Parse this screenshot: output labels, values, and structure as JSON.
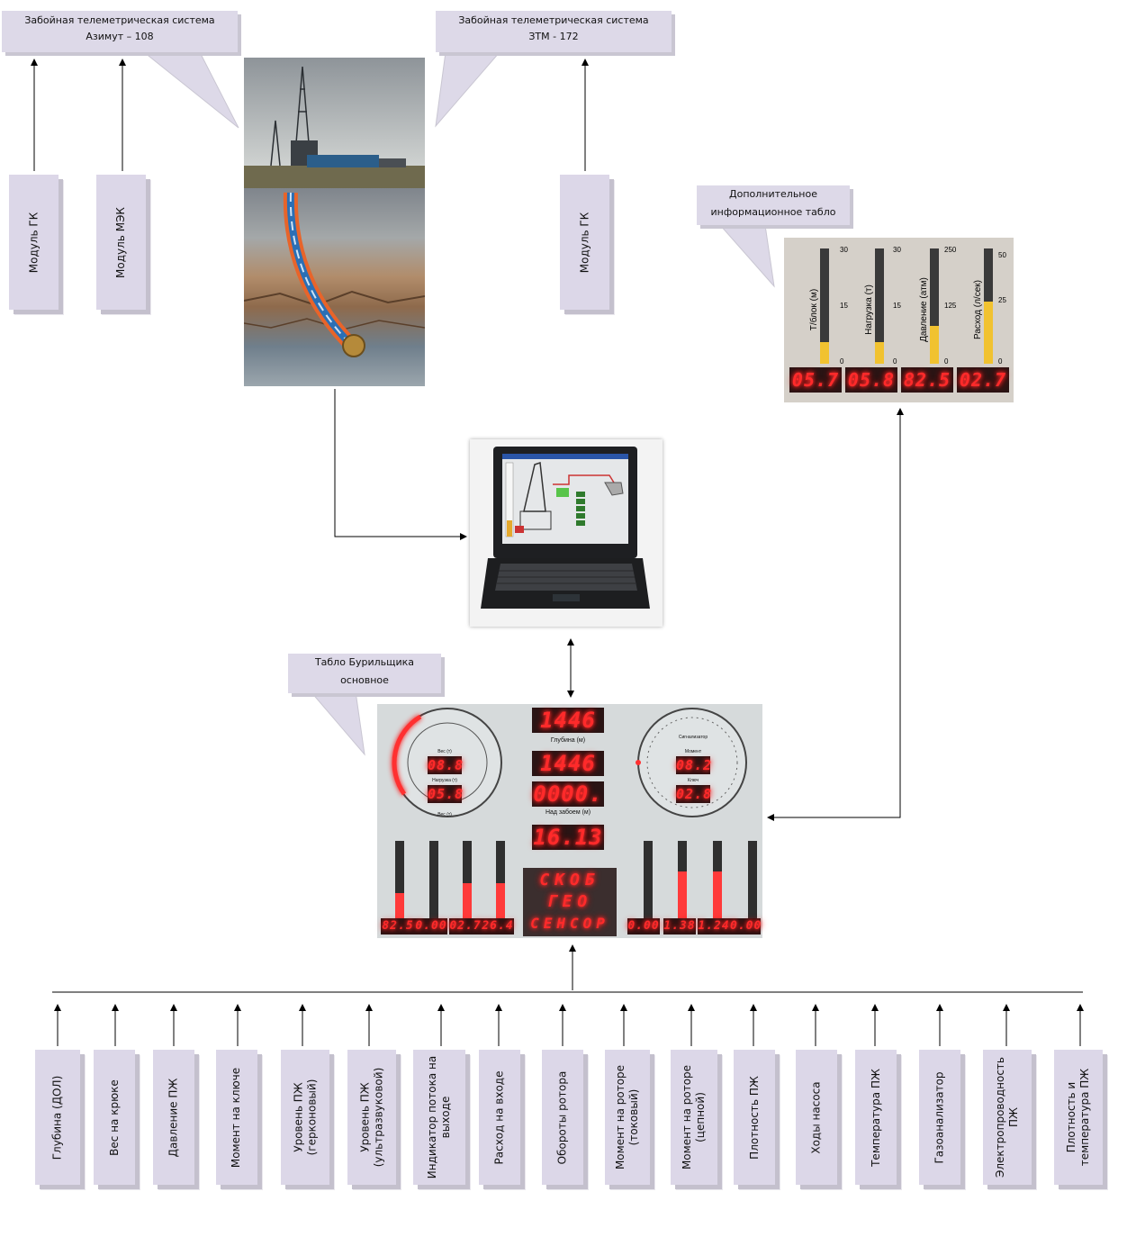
{
  "callouts": {
    "azimut": {
      "line1": "Забойная телеметрическая система",
      "line2": "Азимут – 108"
    },
    "ztm": {
      "line1": "Забойная телеметрическая система",
      "line2": "ЗТМ - 172"
    },
    "extra_display": {
      "line1": "Дополнительное",
      "line2": "информационное табло"
    },
    "driller_display": {
      "line1": "Табло Бурильщика",
      "line2": "основное"
    }
  },
  "top_modules": [
    {
      "label": "Модуль ГК"
    },
    {
      "label": "Модуль МЭК"
    },
    {
      "label": "Модуль ГК"
    }
  ],
  "extra_panel": {
    "gauges": [
      {
        "label": "Т/блок  (м)",
        "ticks": [
          "30",
          "15",
          "0"
        ],
        "level": 0.19,
        "value": "05.7"
      },
      {
        "label": "Нагрузка (т)",
        "ticks": [
          "30",
          "15",
          "0"
        ],
        "level": 0.19,
        "value": "05.8"
      },
      {
        "label": "Давление (атм)",
        "ticks": [
          "250",
          "125",
          "0"
        ],
        "level": 0.33,
        "value": "82.5"
      },
      {
        "label": "Расход  (л/сек)",
        "ticks": [
          "50",
          "25",
          "0"
        ],
        "level": 0.54,
        "value": "02.7"
      }
    ]
  },
  "driller_panel": {
    "center_displays": [
      "1446",
      "1446",
      "0000.",
      "16.13"
    ],
    "depth_label": "Глубина (м)",
    "bottom_label": "Над забоем (м)",
    "left_dial": {
      "upper_value": "08.8",
      "lower_value": "05.8",
      "upper_label": "Вес (т)",
      "lower_label": "Нагрузка (т)",
      "scale_label": "Вес (т)"
    },
    "right_dial": {
      "upper_value": "08.2",
      "lower_value": "02.8",
      "upper_label": "Момент",
      "lower_label": "Ключ",
      "scale_label": "Сигнализатор"
    },
    "matrix_rows": [
      "СКОБ",
      "ГЕО",
      "СЕНСОР"
    ],
    "left_bars": [
      {
        "value": "82.5",
        "level": 0.33
      },
      {
        "value": "0.00",
        "level": 0.0
      },
      {
        "value": "02.7",
        "level": 0.45
      },
      {
        "value": "26.4",
        "level": 0.45
      }
    ],
    "right_bars": [
      {
        "value": "0.00",
        "level": 0.0
      },
      {
        "value": "1.38",
        "level": 0.6
      },
      {
        "value": "1.24",
        "level": 0.6
      },
      {
        "value": "0.00",
        "level": 0.0
      }
    ]
  },
  "sensors": [
    {
      "label": "Глубина (ДОЛ)"
    },
    {
      "label": "Вес на крюке"
    },
    {
      "label": "Давление ПЖ"
    },
    {
      "label": "Момент на ключе"
    },
    {
      "label": "Уровень ПЖ\n(герконовый)"
    },
    {
      "label": "Уровень ПЖ\n(ультразвуковой)"
    },
    {
      "label": "Индикатор потока на\nвыходе"
    },
    {
      "label": "Расход на входе"
    },
    {
      "label": "Обороты ротора"
    },
    {
      "label": "Момент на роторе\n(токовый)"
    },
    {
      "label": "Момент на роторе\n(цепной)"
    },
    {
      "label": "Плотность ПЖ"
    },
    {
      "label": "Ходы насоса"
    },
    {
      "label": "Температура ПЖ"
    },
    {
      "label": "Газоанализатор"
    },
    {
      "label": "Электропроводность\nПЖ"
    },
    {
      "label": "Плотность и\nтемпература ПЖ"
    }
  ],
  "colors": {
    "box_fill": "#dcd7e8",
    "led_red": "#ff2a2a",
    "panel_bg": "#d6dadb"
  }
}
